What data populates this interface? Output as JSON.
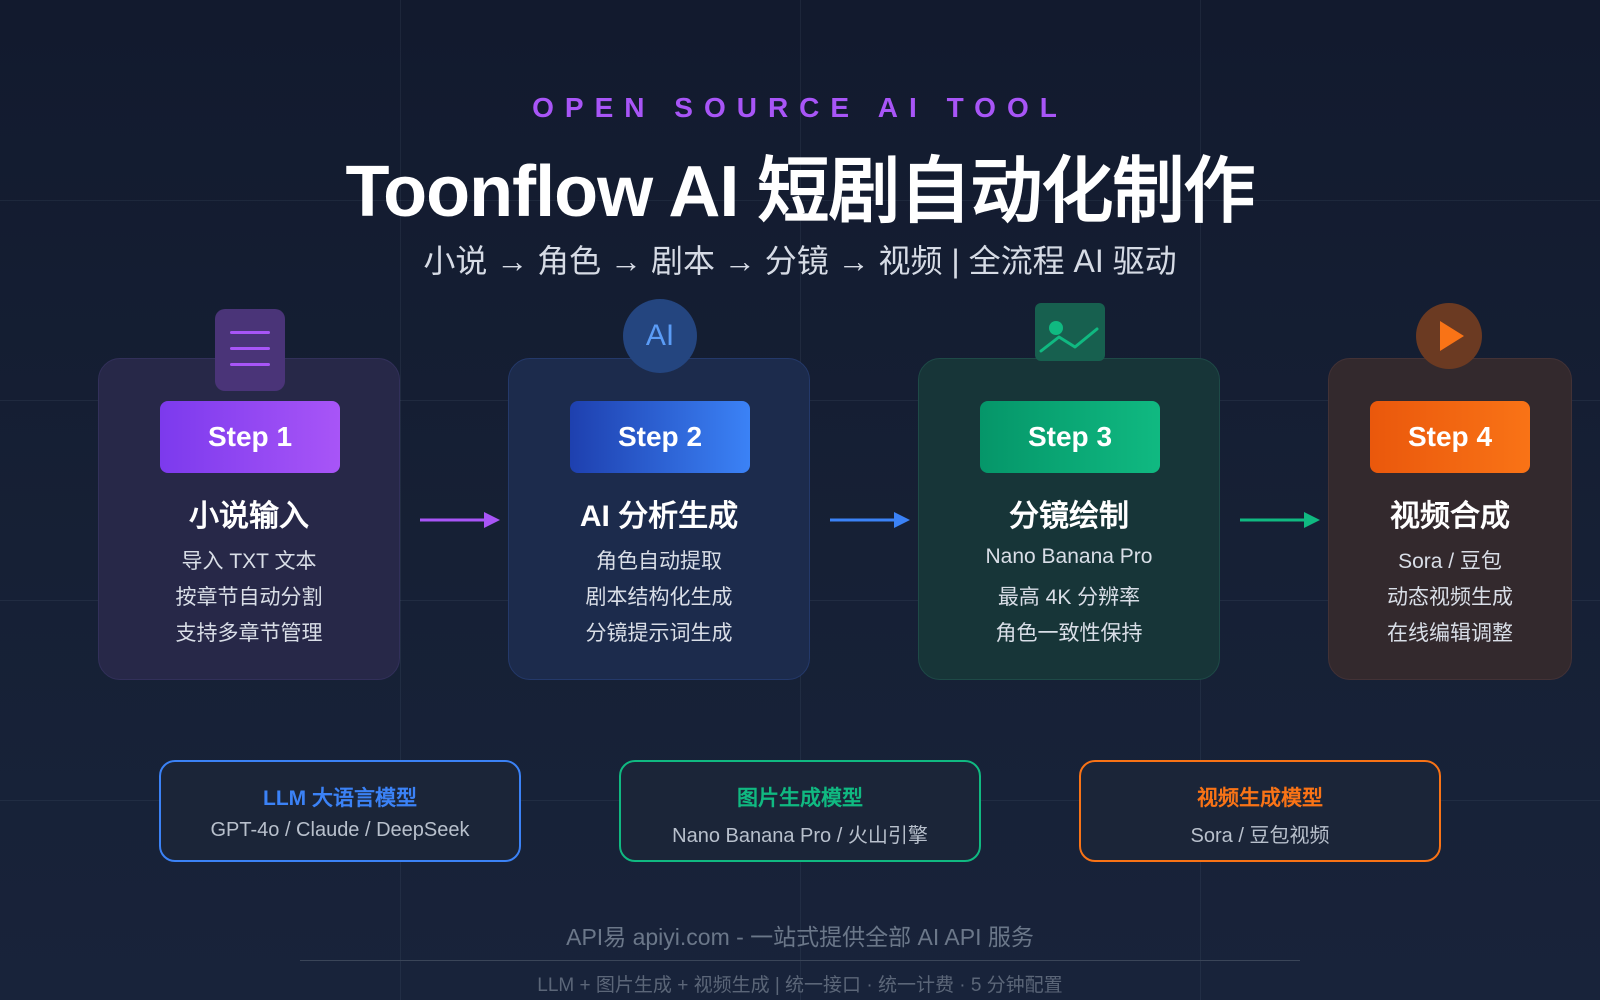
{
  "header": {
    "eyebrow": "OPEN SOURCE AI TOOL",
    "title": "Toonflow AI 短剧自动化制作",
    "subtitle": "小说 → 角色 → 剧本 → 分镜 → 视频 | 全流程 AI 驱动"
  },
  "steps": [
    {
      "badge": "Step 1",
      "title": "小说输入",
      "lines": [
        "导入 TXT 文本",
        "按章节自动分割",
        "支持多章节管理"
      ],
      "icon": "document-icon",
      "color": "#a855f7"
    },
    {
      "badge": "Step 2",
      "title": "AI 分析生成",
      "icon_label": "AI",
      "lines": [
        "角色自动提取",
        "剧本结构化生成",
        "分镜提示词生成"
      ],
      "icon": "ai-icon",
      "color": "#3b82f6"
    },
    {
      "badge": "Step 3",
      "title": "分镜绘制",
      "lines": [
        "Nano Banana Pro",
        "最高 4K 分辨率",
        "角色一致性保持"
      ],
      "icon": "image-icon",
      "color": "#10b981"
    },
    {
      "badge": "Step 4",
      "title": "视频合成",
      "lines": [
        "Sora / 豆包",
        "动态视频生成",
        "在线编辑调整"
      ],
      "icon": "play-icon",
      "color": "#f97316"
    }
  ],
  "models": [
    {
      "title": "LLM 大语言模型",
      "desc": "GPT-4o / Claude / DeepSeek",
      "color": "#3b82f6"
    },
    {
      "title": "图片生成模型",
      "desc": "Nano Banana Pro / 火山引擎",
      "color": "#10b981"
    },
    {
      "title": "视频生成模型",
      "desc": "Sora / 豆包视频",
      "color": "#f97316"
    }
  ],
  "footer": {
    "main": "API易 apiyi.com - 一站式提供全部 AI API 服务",
    "sub": "LLM + 图片生成 + 视频生成 | 统一接口 · 统一计费 · 5 分钟配置"
  }
}
